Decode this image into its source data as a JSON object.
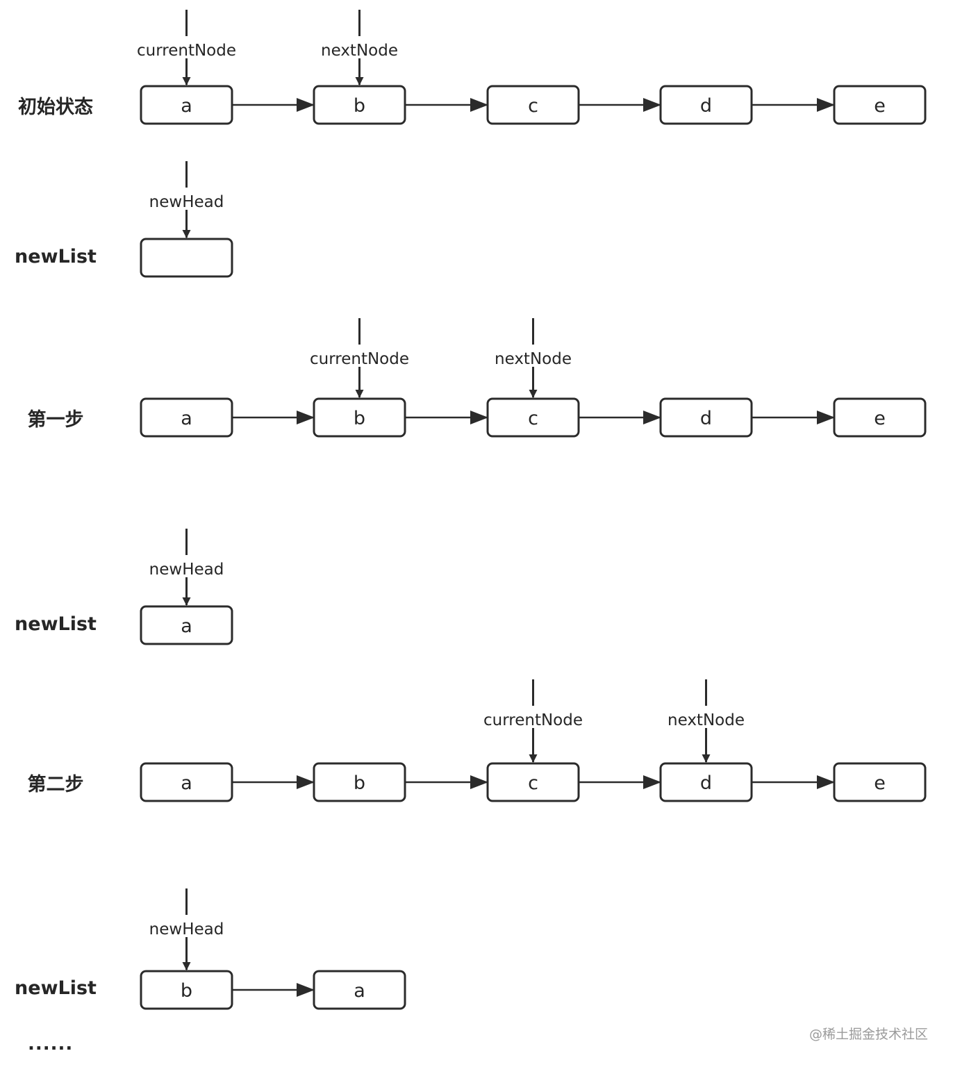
{
  "rows": [
    {
      "label": "初始状态",
      "nodes": [
        "a",
        "b",
        "c",
        "d",
        "e"
      ],
      "pointers": [
        {
          "label": "currentNode",
          "node": 0
        },
        {
          "label": "nextNode",
          "node": 1
        }
      ]
    },
    {
      "label": "newList",
      "nodes": [
        ""
      ],
      "pointers": [
        {
          "label": "newHead",
          "node": 0
        }
      ]
    },
    {
      "label": "第一步",
      "nodes": [
        "a",
        "b",
        "c",
        "d",
        "e"
      ],
      "pointers": [
        {
          "label": "currentNode",
          "node": 1
        },
        {
          "label": "nextNode",
          "node": 2
        }
      ]
    },
    {
      "label": "newList",
      "nodes": [
        "a"
      ],
      "pointers": [
        {
          "label": "newHead",
          "node": 0
        }
      ]
    },
    {
      "label": "第二步",
      "nodes": [
        "a",
        "b",
        "c",
        "d",
        "e"
      ],
      "pointers": [
        {
          "label": "currentNode",
          "node": 2
        },
        {
          "label": "nextNode",
          "node": 3
        }
      ]
    },
    {
      "label": "newList",
      "nodes": [
        "b",
        "a"
      ],
      "pointers": [
        {
          "label": "newHead",
          "node": 0
        }
      ]
    }
  ],
  "ellipsis": "......",
  "watermark": "@稀土掘金技术社区",
  "colors": {
    "stroke": "#2b2b2b",
    "text": "#262626",
    "watermark": "#9a9a9a"
  }
}
